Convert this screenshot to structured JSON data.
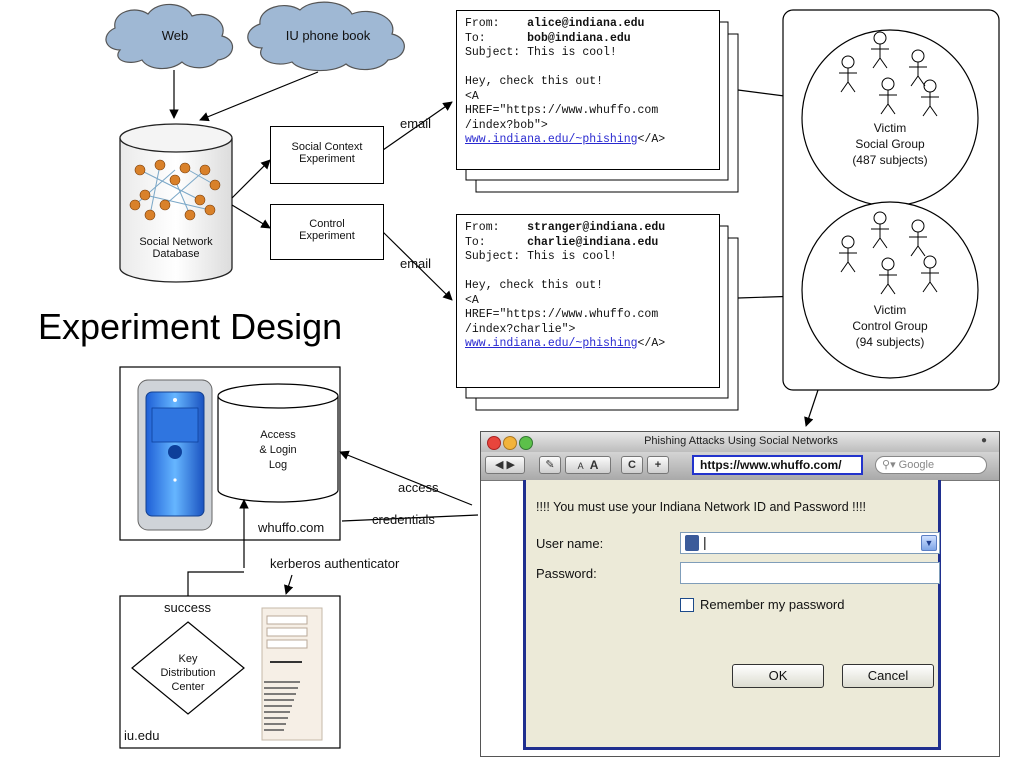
{
  "clouds": {
    "web": "Web",
    "phonebook": "IU phone book"
  },
  "database": {
    "label_line1": "Social Network",
    "label_line2": "Database"
  },
  "experiments": {
    "social_line1": "Social Context",
    "social_line2": "Experiment",
    "control_line1": "Control",
    "control_line2": "Experiment",
    "email_label_top": "email",
    "email_label_bottom": "email"
  },
  "title": "Experiment Design",
  "email_social": {
    "from_label": "From:",
    "from_value": "alice@indiana.edu",
    "to_label": "To:",
    "to_value": "bob@indiana.edu",
    "subject": "Subject: This is cool!",
    "line1": "Hey, check this out!",
    "line2": "<A",
    "line3": "HREF=\"https://www.whuffo.com",
    "line4": "/index?bob\">",
    "link": "www.indiana.edu/~phishing",
    "link_tail": "</A>"
  },
  "email_control": {
    "from_label": "From:",
    "from_value": "stranger@indiana.edu",
    "to_label": "To:",
    "to_value": "charlie@indiana.edu",
    "subject": "Subject: This is cool!",
    "line1": "Hey, check this out!",
    "line2": "<A",
    "line3": "HREF=\"https://www.whuffo.com",
    "line4": "/index?charlie\">",
    "link": "www.indiana.edu/~phishing",
    "link_tail": "</A>"
  },
  "groups": {
    "social_line1": "Victim",
    "social_line2": "Social Group",
    "social_line3": "(487 subjects)",
    "control_line1": "Victim",
    "control_line2": "Control Group",
    "control_line3": "(94 subjects)"
  },
  "server": {
    "log_line1": "Access",
    "log_line2": "& Login",
    "log_line3": "Log",
    "host": "whuffo.com",
    "access": "access",
    "credentials": "credentials",
    "kerberos": "kerberos authenticator",
    "success": "success"
  },
  "kdc": {
    "line1": "Key",
    "line2": "Distribution",
    "line3": "Center",
    "domain": "iu.edu"
  },
  "browser": {
    "window_title": "Phishing Attacks Using Social Networks",
    "url": "https://www.whuffo.com/",
    "search_placeholder": "Google",
    "font_btn_small": "A",
    "font_btn_large": "A",
    "reload": "C",
    "add": "+",
    "prompt": "!!!! You must use your Indiana Network ID and Password !!!!",
    "username_label": "User name:",
    "password_label": "Password:",
    "remember_label": "Remember my password",
    "ok": "OK",
    "cancel": "Cancel"
  },
  "colors": {
    "cloud": "#9fb8d4",
    "link": "#2a2ad0",
    "dialog_border": "#1f2f8f",
    "url_border": "#2233cc"
  }
}
